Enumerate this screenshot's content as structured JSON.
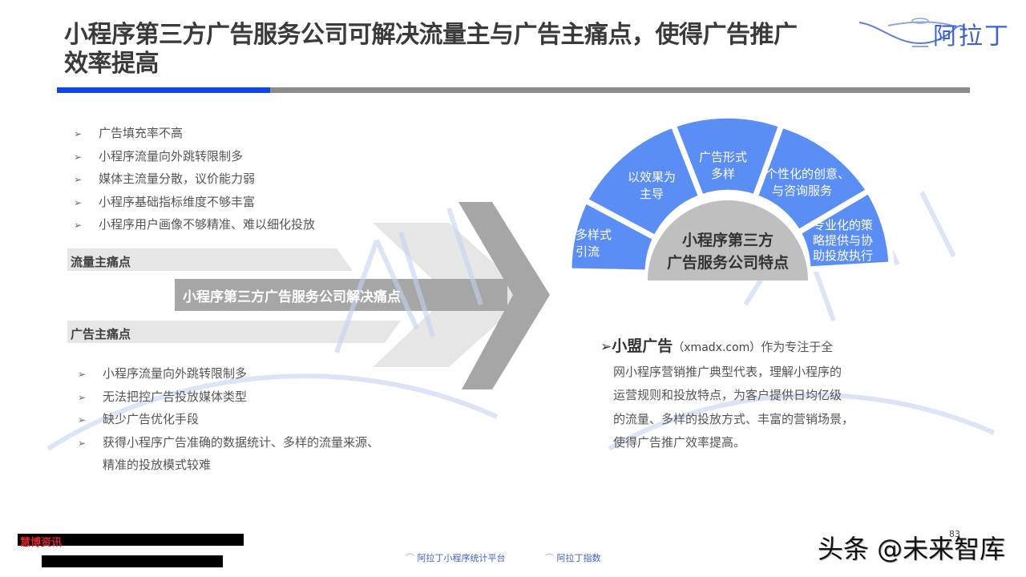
{
  "header": {
    "title_line1": "小程序第三方广告服务公司可解决流量主与广告主痛点，使得广告推广",
    "title_line2": "效率提高",
    "logo_text": "阿拉丁",
    "colors": {
      "accent_blue": "#0d47e8",
      "rule_grey": "#8c8c8c"
    }
  },
  "traffic_owner_pain_points": {
    "label": "流量主痛点",
    "items": [
      "广告填充率不高",
      "小程序流量向外跳转限制多",
      "媒体主流量分散，议价能力弱",
      "小程序基础指标维度不够丰富",
      "小程序用户画像不够精准、难以细化投放"
    ]
  },
  "advertiser_pain_points": {
    "label": "广告主痛点",
    "items": [
      "小程序流量向外跳转限制多",
      "无法把控广告投放媒体类型",
      "缺少广告优化手段",
      "获得小程序广告准确的数据统计、多样的流量来源、"
    ],
    "continuation": "精准的投放模式较难"
  },
  "arrow": {
    "banner": "小程序第三方广告服务公司解决痛点",
    "bullet_marker": "➢"
  },
  "fan_diagram": {
    "center_line1": "小程序第三方",
    "center_line2": "广告服务公司特点",
    "segments": [
      {
        "line1": "多样式",
        "line2": "引流"
      },
      {
        "line1": "以效果为",
        "line2": "主导"
      },
      {
        "line1": "广告形式",
        "line2": "多样"
      },
      {
        "line1": "个性化的创意、",
        "line2": "与咨询服务"
      },
      {
        "line1": "专业化的策",
        "line2": "略提供与协",
        "line3": "助投放执行"
      }
    ],
    "colors": {
      "segment": "#5b8ef5",
      "center": "#bfbfbf"
    }
  },
  "description": {
    "marker": "➢",
    "brand": "小盟广告",
    "url": "（xmadx.com）",
    "line1_rest": "作为专注于全",
    "lines": [
      "网小程序营销推广典型代表，理解小程序的",
      "运营规则和投放特点，为客户提供日均亿级",
      "的流量、多样的投放方式、丰富的营销场景，",
      "使得广告推广效率提高。"
    ]
  },
  "footer": {
    "source_label": "慧博资讯",
    "logo1": "阿拉丁小程序统计平台",
    "logo2": "阿拉丁指数",
    "watermark": "头条 @未来智库",
    "page_number": "83"
  }
}
